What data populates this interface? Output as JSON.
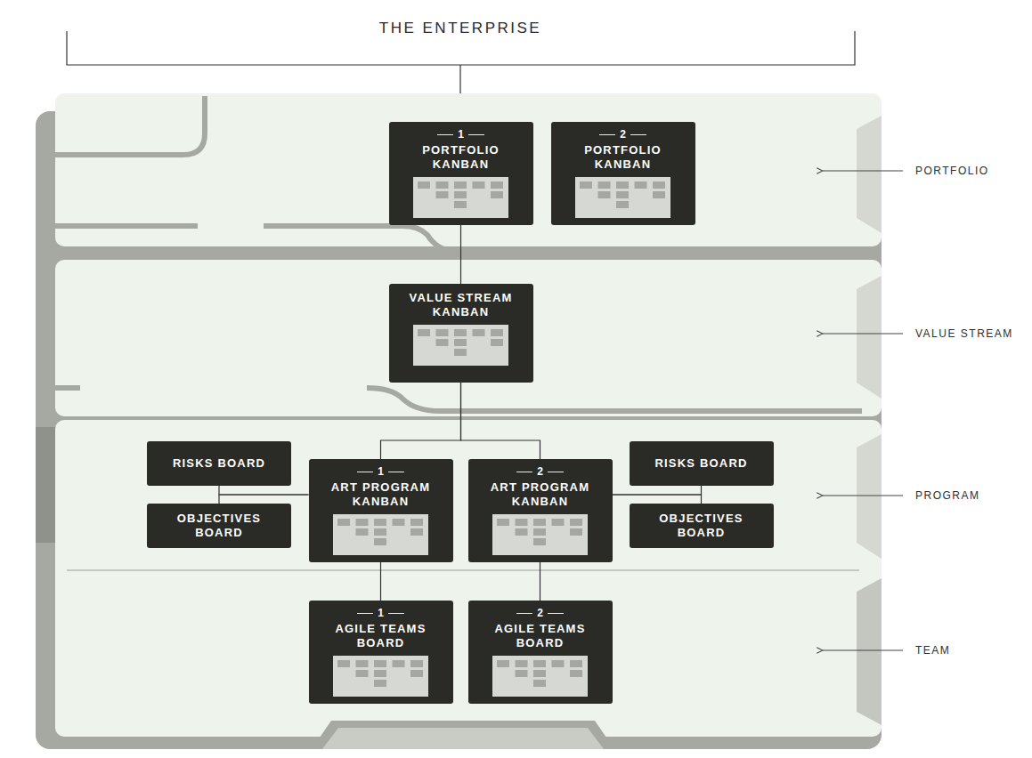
{
  "diagram": {
    "title": "THE ENTERPRISE",
    "nodes": [
      {
        "text": [
          "1",
          "PORTFOLIO KANBAN"
        ]
      },
      {
        "text": [
          "2",
          "PORTFOLIO KANBAN"
        ]
      },
      {
        "text": [
          "VALUE STREAM KANBAN"
        ]
      },
      {
        "text": [
          "RISKS BOARD"
        ]
      },
      {
        "text": [
          "OBJECTIVES BOARD"
        ]
      },
      {
        "text": [
          "1",
          "ART PROGRAM KANBAN"
        ]
      },
      {
        "text": [
          "2",
          "ART PROGRAM KANBAN"
        ]
      },
      {
        "text": [
          "RISKS BOARD"
        ]
      },
      {
        "text": [
          "OBJECTIVES BOARD"
        ]
      },
      {
        "text": [
          "1",
          "AGILE TEAMS BOARD"
        ]
      },
      {
        "text": [
          "2",
          "AGILE TEAMS BOARD"
        ]
      }
    ],
    "edges": [
      {
        "from": 0,
        "to": 2,
        "arrow": "none"
      },
      {
        "from": 2,
        "to": 5,
        "arrow": "none"
      },
      {
        "from": 2,
        "to": 6,
        "arrow": "none"
      },
      {
        "from": 5,
        "to": 9,
        "arrow": "none"
      },
      {
        "from": 6,
        "to": 10,
        "arrow": "none"
      },
      {
        "from": 3,
        "to": 5,
        "arrow": "none"
      },
      {
        "from": 4,
        "to": 5,
        "arrow": "none"
      },
      {
        "from": 7,
        "to": 6,
        "arrow": "none"
      },
      {
        "from": 8,
        "to": 6,
        "arrow": "none"
      }
    ],
    "labels": [
      "PORTFOLIO",
      "VALUE STREAM",
      "PROGRAM",
      "TEAM"
    ]
  }
}
